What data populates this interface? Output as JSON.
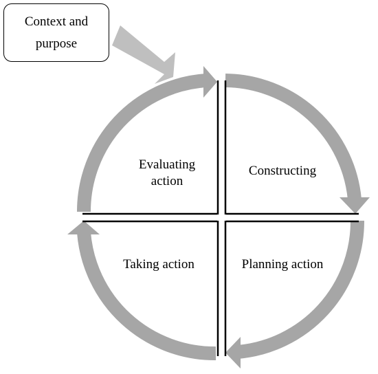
{
  "context_box": {
    "line1": "Context and",
    "line2": "purpose"
  },
  "quadrants": {
    "top_left": {
      "line1": "Evaluating",
      "line2": "action"
    },
    "top_right": {
      "label": "Constructing"
    },
    "bottom_right": {
      "label": "Planning action"
    },
    "bottom_left": {
      "label": "Taking action"
    }
  },
  "colors": {
    "cycle_arrow": "#a6a6a6",
    "context_arrow": "#bfbfbf",
    "divider": "#000000",
    "box_border": "#000000"
  }
}
